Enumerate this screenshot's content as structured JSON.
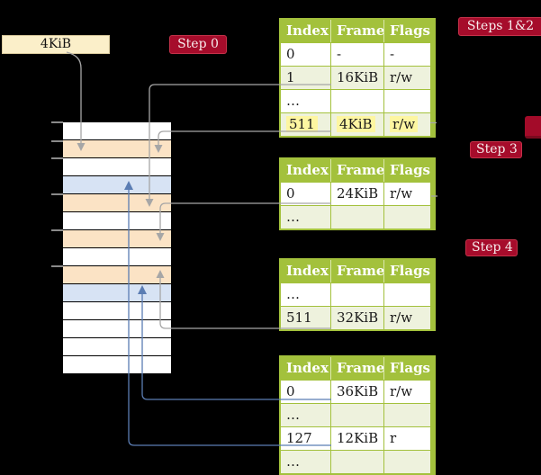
{
  "frame_label": "4KiB",
  "badges": {
    "step0": "Step 0",
    "steps12": "Steps 1&2",
    "step3": "Step 3",
    "step4": "Step 4"
  },
  "colors": {
    "background": "#000000",
    "badge_red": "#a60c2b",
    "table_green": "#a3c13c",
    "row_light_green": "#eef2dd",
    "memory_page_table": "#fbe3c5",
    "memory_mapped_page": "#d7e3f4",
    "highlight_yellow": "#fdf6a1",
    "gray_arrow": "#a6a6a6",
    "blue_arrow": "#5b7db3",
    "label_cream": "#fbefc9"
  },
  "memory": {
    "rows": [
      "free",
      "page-table",
      "free",
      "mapped-page",
      "page-table",
      "free",
      "page-table",
      "free",
      "page-table",
      "mapped-page",
      "free",
      "free",
      "free",
      "free"
    ],
    "ticks_y": [
      136,
      157,
      176,
      216,
      256,
      296
    ]
  },
  "tables": [
    {
      "headers": [
        "Index",
        "Frame",
        "Flags"
      ],
      "rows": [
        {
          "cells": [
            "0",
            "-",
            "-"
          ]
        },
        {
          "cells": [
            "1",
            "16KiB",
            "r/w"
          ]
        },
        {
          "cells": [
            "…",
            "",
            ""
          ]
        },
        {
          "cells": [
            "511",
            "4KiB",
            "r/w"
          ]
        }
      ]
    },
    {
      "headers": [
        "Index",
        "Frame",
        "Flags"
      ],
      "rows": [
        {
          "cells": [
            "0",
            "24KiB",
            "r/w"
          ]
        },
        {
          "cells": [
            "…",
            "",
            ""
          ]
        }
      ]
    },
    {
      "headers": [
        "Index",
        "Frame",
        "Flags"
      ],
      "rows": [
        {
          "cells": [
            "…",
            "",
            ""
          ]
        },
        {
          "cells": [
            "511",
            "32KiB",
            "r/w"
          ]
        }
      ]
    },
    {
      "headers": [
        "Index",
        "Frame",
        "Flags"
      ],
      "rows": [
        {
          "cells": [
            "0",
            "36KiB",
            "r/w"
          ]
        },
        {
          "cells": [
            "…",
            "",
            ""
          ]
        },
        {
          "cells": [
            "127",
            "12KiB",
            "r"
          ]
        },
        {
          "cells": [
            "…",
            "",
            ""
          ]
        }
      ]
    }
  ]
}
